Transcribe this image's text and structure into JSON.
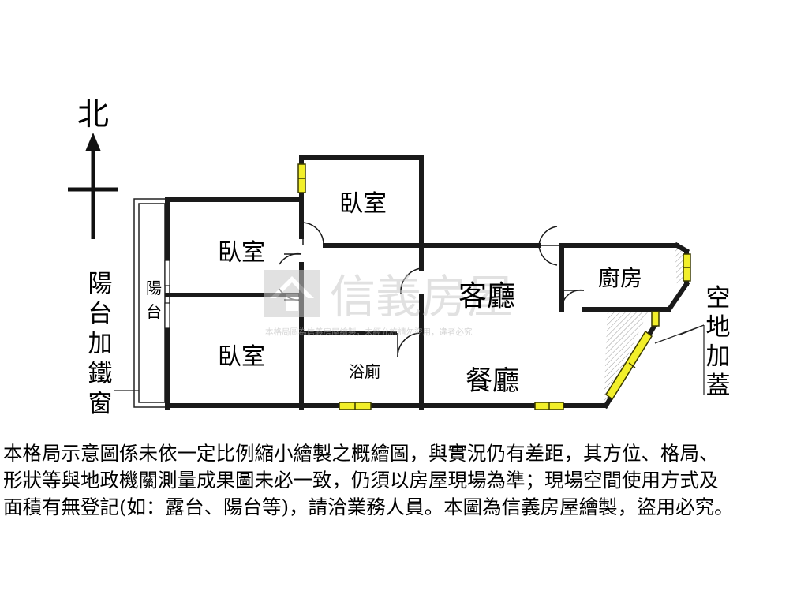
{
  "compass": {
    "label": "北"
  },
  "rooms": {
    "bedroom_top": "臥室",
    "bedroom_middle": "臥室",
    "bedroom_bottom": "臥室",
    "living_room": "客廳",
    "kitchen": "廚房",
    "bathroom": "浴廁",
    "dining_room": "餐廳",
    "balcony_char_1": "陽",
    "balcony_char_2": "台"
  },
  "annotations": {
    "balcony_iron_window": [
      "陽",
      "台",
      "加",
      "鐵",
      "窗"
    ],
    "vacant_land_roofed": [
      "空",
      "地",
      "加",
      "蓋"
    ]
  },
  "watermark": {
    "brand": "信義房屋",
    "notice": "本格局圖為信義房屋繪製，未經允許請勿盜用，違者必究"
  },
  "disclaimer": {
    "lines": [
      "本格局示意圖係未依一定比例縮小繪製之概繪圖，與實況仍有差距，其方位、格局、",
      "形狀等與地政機關測量成果圖未必一致，仍須以房屋現場為準；現場空間使用方式及",
      "面積有無登記(如：露台、陽台等)，請洽業務人員。本圖為信義房屋繪製，盜用必究。"
    ]
  },
  "colors": {
    "wall": "#1a1a1a",
    "window_fill": "#f2ef2a",
    "window_stroke": "#3a3a00",
    "watermark": "#c9c9c9",
    "hatch": "#9a9a9a"
  }
}
